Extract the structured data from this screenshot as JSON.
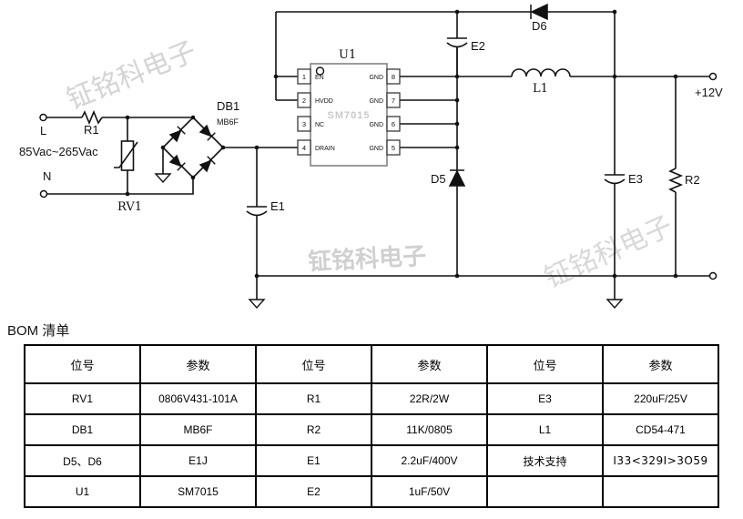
{
  "watermark": {
    "text": "钲铭科电子"
  },
  "colors": {
    "ink": "#111111",
    "watermark_light": "#d8d8d8",
    "watermark_mid": "#d0d0d0",
    "chip_marking_gray": "#c9c9c9"
  },
  "schematic": {
    "labels": {
      "l": "L",
      "n": "N",
      "input_range": "85Vac~265Vac",
      "r1": "R1",
      "rv1": "RV1",
      "db1": "DB1",
      "db1_part": "MB6F",
      "e1": "E1",
      "e2": "E2",
      "e3": "E3",
      "d5": "D5",
      "d6": "D6",
      "l1": "L1",
      "r2": "R2",
      "output": "+12V"
    },
    "chip": {
      "ref": "U1",
      "marking": "SM7015",
      "left_pins": [
        {
          "num": "1",
          "name": "EN"
        },
        {
          "num": "2",
          "name": "HVDD"
        },
        {
          "num": "3",
          "name": "NC"
        },
        {
          "num": "4",
          "name": "DRAIN"
        }
      ],
      "right_pins": [
        {
          "num": "8",
          "name": "GND"
        },
        {
          "num": "7",
          "name": "GND"
        },
        {
          "num": "6",
          "name": "GND"
        },
        {
          "num": "5",
          "name": "GND"
        }
      ]
    }
  },
  "bom": {
    "title": "BOM 清单",
    "headers": [
      "位号",
      "参数",
      "位号",
      "参数",
      "位号",
      "参数"
    ],
    "rows": [
      [
        "RV1",
        "0806V431-101A",
        "R1",
        "22R/2W",
        "E3",
        "220uF/25V"
      ],
      [
        "DB1",
        "MB6F",
        "R2",
        "11K/0805",
        "L1",
        "CD54-471"
      ],
      [
        "D5、D6",
        "E1J",
        "E1",
        "2.2uF/400V",
        "技术支持",
        "I33<329I>3O59"
      ],
      [
        "U1",
        "SM7015",
        "E2",
        "1uF/50V",
        "",
        ""
      ]
    ]
  }
}
